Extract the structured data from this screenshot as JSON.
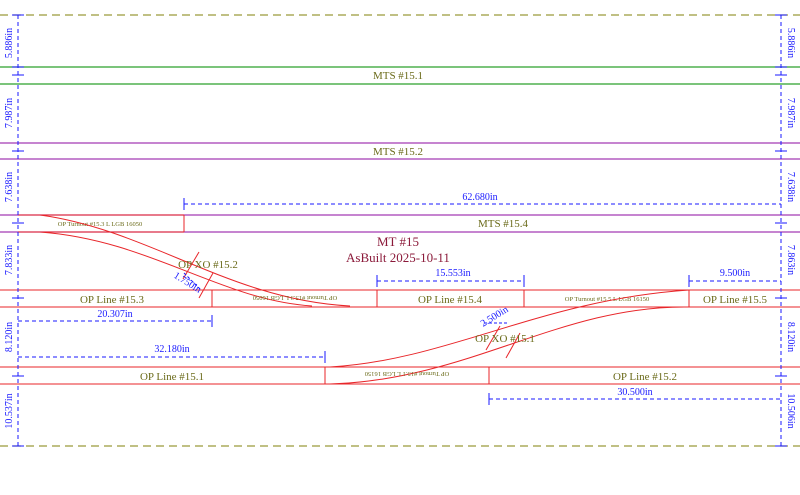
{
  "title": {
    "line1": "MT #15",
    "line2": "AsBuilt 2025-10-11"
  },
  "colors": {
    "green": "#2ca02c",
    "purple": "#a53ab5",
    "red": "#e8262a",
    "blue": "#1a1aff",
    "olive": "#6b6b1a",
    "maroon": "#8b1a3a",
    "olive_dash": "#9a9a3a"
  },
  "tracks": {
    "mts_15_1": "MTS #15.1",
    "mts_15_2": "MTS #15.2",
    "mts_15_4": "MTS #15.4",
    "op_line_15_3": "OP Line #15.3",
    "op_line_15_4": "OP Line #15.4",
    "op_line_15_5": "OP Line #15.5",
    "op_line_15_1": "OP Line #15.1",
    "op_line_15_2": "OP Line #15.2"
  },
  "turnouts": {
    "turnout_top_left": "OP Turnout #15.3 L LGB 16050",
    "turnout_mid_left_flipped": "OP Turnout #15.3 L LGB 16050",
    "turnout_mid_right": "OP Turnout #15.5 L LGB 16150",
    "turnout_low_flipped": "OP Turnout #15.1 L LGB 16150"
  },
  "crossovers": {
    "xo_15_2": "OP XO #15.2",
    "xo_15_1": "OP XO #15.1"
  },
  "dimensions": {
    "left_top": "5.886in",
    "right_top": "5.886in",
    "left_2": "7.987in",
    "right_2": "7.987in",
    "left_3": "7.638in",
    "right_3": "7.638in",
    "left_4": "7.833in",
    "right_4": "7.863in",
    "left_5": "8.120in",
    "right_5": "8.120in",
    "left_6": "10.537in",
    "right_6": "10.506in",
    "h_62_680": "62.680in",
    "h_15_553": "15.553in",
    "h_9_500": "9.500in",
    "h_20_307": "20.307in",
    "h_32_180": "32.180in",
    "h_30_500": "30.500in",
    "xo2_offset": "1.750in",
    "xo1_offset": "2.500in"
  }
}
